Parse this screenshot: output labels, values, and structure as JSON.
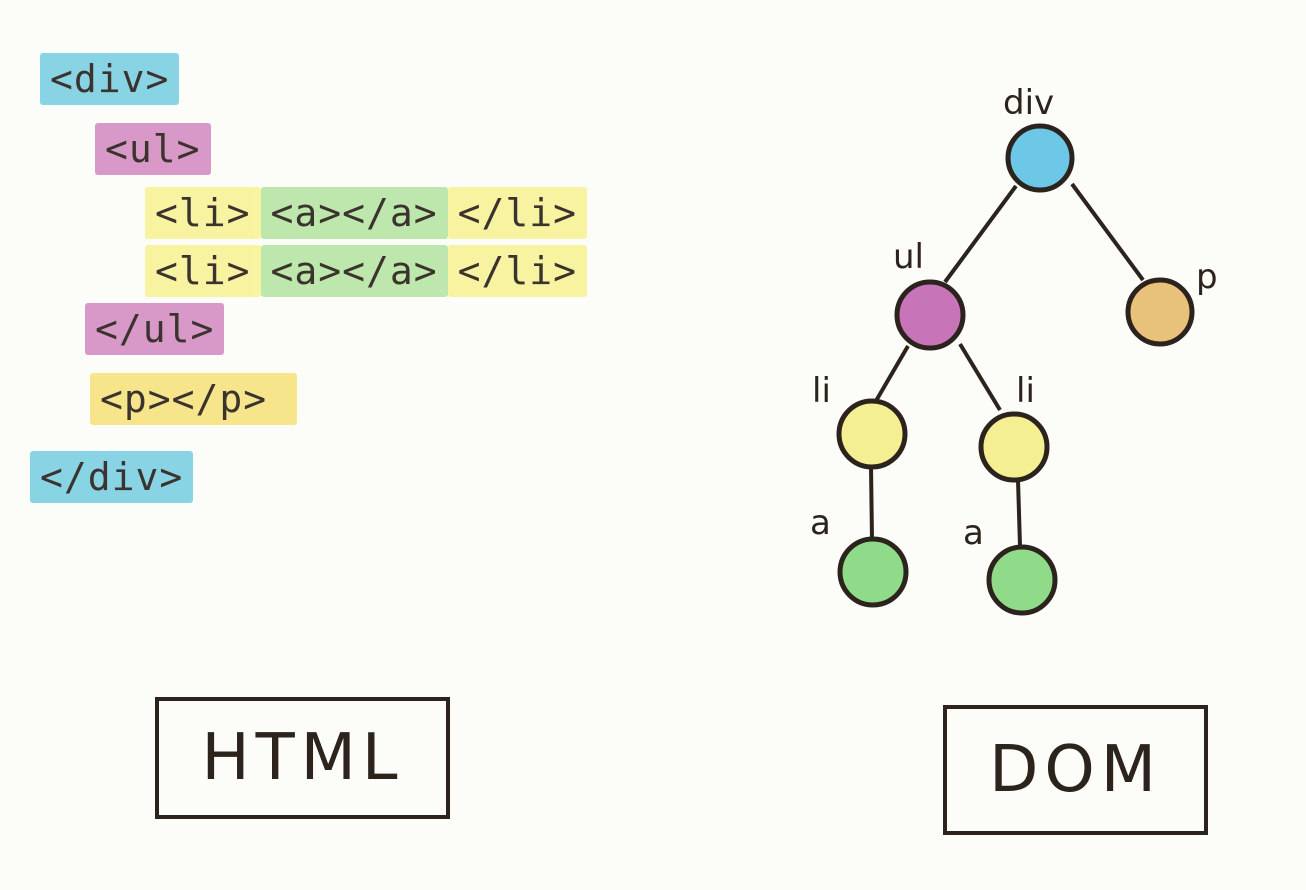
{
  "html_code": {
    "line1": {
      "tag": "<div>"
    },
    "line2": {
      "tag": "<ul>"
    },
    "line3": {
      "open": "<li>",
      "inner": "<a></a>",
      "close": "</li>"
    },
    "line4": {
      "open": "<li>",
      "inner": "<a></a>",
      "close": "</li>"
    },
    "line5": {
      "tag": "</ul>"
    },
    "line6": {
      "tag": "<p></p>"
    },
    "line7": {
      "tag": "</div>"
    }
  },
  "dom_tree": {
    "nodes": {
      "div": {
        "label": "div",
        "color": "#6cc8e6"
      },
      "ul": {
        "label": "ul",
        "color": "#c874b8"
      },
      "p": {
        "label": "p",
        "color": "#e8c27a"
      },
      "li1": {
        "label": "li",
        "color": "#f4ef93"
      },
      "li2": {
        "label": "li",
        "color": "#f4ef93"
      },
      "a1": {
        "label": "a",
        "color": "#8fdb8a"
      },
      "a2": {
        "label": "a",
        "color": "#8fdb8a"
      }
    }
  },
  "labels": {
    "html_box": "HTML",
    "dom_box": "DOM"
  },
  "colors": {
    "ink": "#2b231c",
    "div": "#7fd1e4",
    "ul": "#d691c4",
    "li": "#f7f39a",
    "a": "#b8e6a6",
    "p": "#f6e482"
  }
}
